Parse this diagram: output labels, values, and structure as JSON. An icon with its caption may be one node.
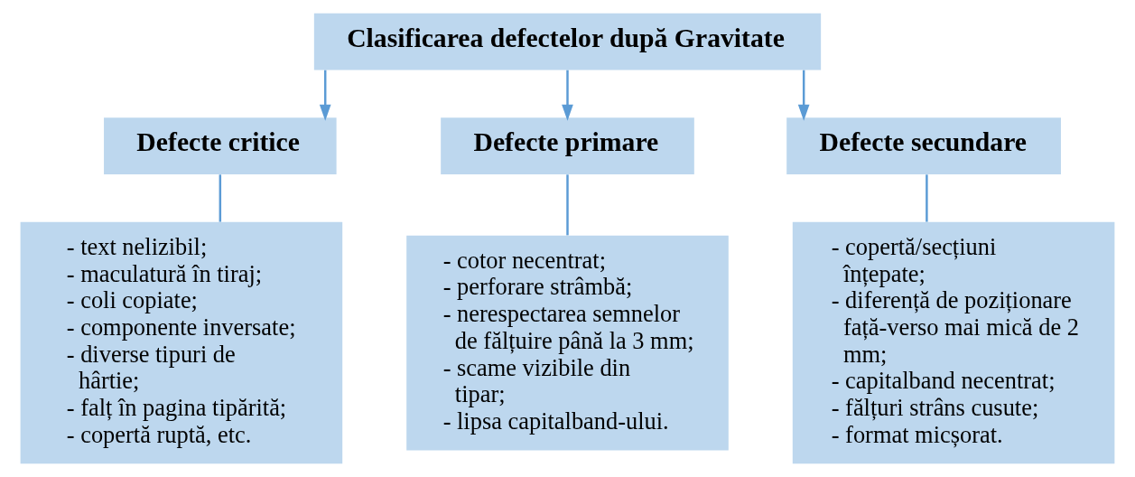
{
  "diagram": {
    "nodes": [
      {
        "text": [
          "Clasificarea defectelor după Gravitate"
        ]
      },
      {
        "text": [
          "Defecte critice"
        ]
      },
      {
        "text": [
          "Defecte primare"
        ]
      },
      {
        "text": [
          "Defecte secundare"
        ]
      },
      {
        "text": [
          "- text nelizibil;",
          "- maculatură în tiraj;",
          "- coli copiate;",
          "- componente inversate;",
          "- diverse tipuri de hârtie;",
          "- falț în pagina tipărită;",
          "- copertă ruptă, etc."
        ]
      },
      {
        "text": [
          "- cotor necentrat;",
          "- perforare strâmbă;",
          "- nerespectarea semnelor de fălțuire până la 3 mm;",
          "- scame vizibile din tipar;",
          "- lipsa capitalband-ului."
        ]
      },
      {
        "text": [
          "- copertă/secțiuni înțepate;",
          "- diferență de poziționare față-verso mai mică de 2 mm;",
          "- capitalband necentrat;",
          "- fălțuri strâns cusute;",
          "- format micșorat."
        ]
      }
    ],
    "edges": [
      {
        "from": 0,
        "to": 1,
        "arrow": "to"
      },
      {
        "from": 0,
        "to": 2,
        "arrow": "to"
      },
      {
        "from": 0,
        "to": 3,
        "arrow": "to"
      },
      {
        "from": 1,
        "to": 4,
        "arrow": "none"
      },
      {
        "from": 2,
        "to": 5,
        "arrow": "none"
      },
      {
        "from": 3,
        "to": 6,
        "arrow": "none"
      }
    ]
  }
}
